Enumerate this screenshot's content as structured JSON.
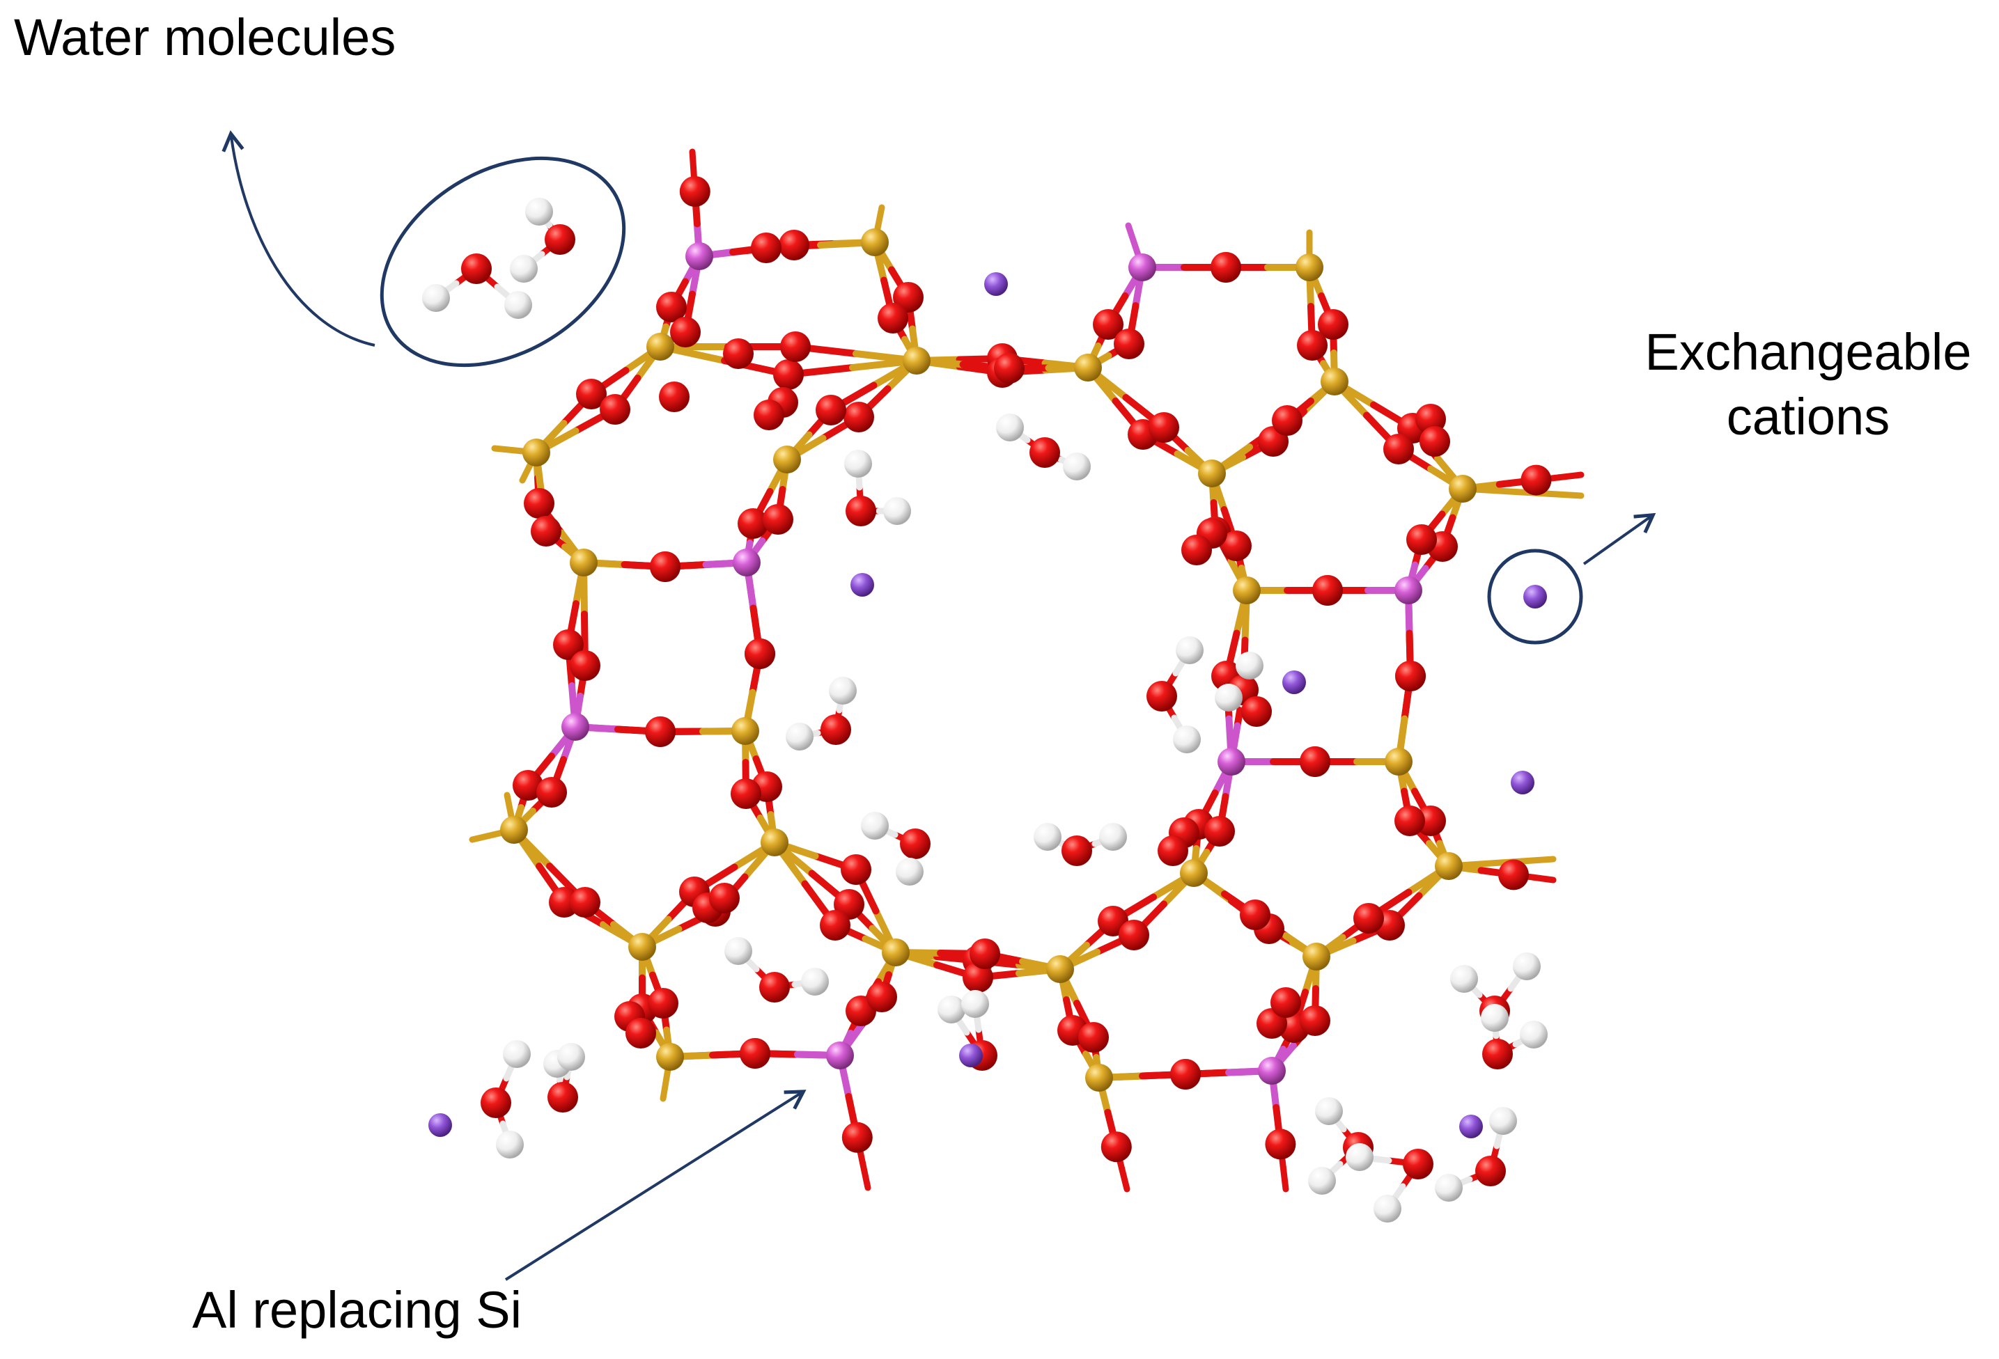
{
  "labels": {
    "water": "Water molecules",
    "cations_line1": "Exchangeable",
    "cations_line2": "cations",
    "al": "Al replacing Si"
  },
  "colors": {
    "oxygen": "#e01010",
    "silicon": "#d4a020",
    "aluminium": "#cc55cc",
    "hydrogen": "#f2f2f2",
    "cation": "#8a4fd0",
    "annotation": "#1f3864",
    "bond_o": "#e01010",
    "bond_si": "#d4a020"
  },
  "icons": {
    "atom": "ball",
    "bond": "stick",
    "arrow": "arrow-icon"
  }
}
